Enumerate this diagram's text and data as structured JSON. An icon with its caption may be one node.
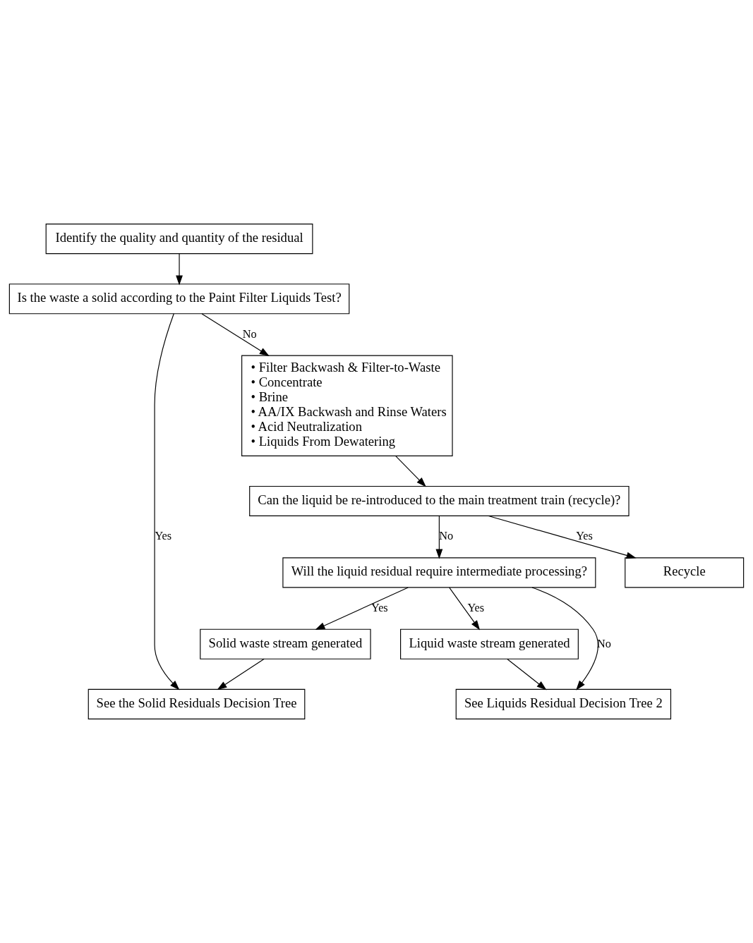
{
  "diagram": {
    "nodes": [
      {
        "text": [
          "Identify the quality and quantity of the residual"
        ]
      },
      {
        "text": [
          "Is the waste a solid according to the Paint Filter Liquids Test?"
        ]
      },
      {
        "text": [
          "See the Solid Residuals Decision Tree"
        ]
      },
      {
        "text": [
          "• Filter Backwash & Filter-to-Waste",
          "• Concentrate",
          "• Brine",
          "• AA/IX Backwash and Rinse Waters",
          "• Acid Neutralization",
          "• Liquids From Dewatering"
        ]
      },
      {
        "text": [
          "Can the liquid be re-introduced to the main treatment train (recycle)?"
        ]
      },
      {
        "text": [
          "Recycle"
        ]
      },
      {
        "text": [
          "Will the liquid residual require intermediate processing?"
        ]
      },
      {
        "text": [
          "See Liquids Residual Decision Tree 2"
        ]
      },
      {
        "text": [
          "Liquid waste stream generated"
        ]
      },
      {
        "text": [
          "Solid waste stream generated"
        ]
      }
    ],
    "edges": [
      {
        "from": 0,
        "to": 1,
        "arrow": "to"
      },
      {
        "from": 1,
        "to": 3,
        "arrow": "to",
        "label": "No"
      },
      {
        "from": 1,
        "to": 2,
        "arrow": "to",
        "label": "Yes"
      },
      {
        "from": 3,
        "to": 4,
        "arrow": "to"
      },
      {
        "from": 4,
        "to": 5,
        "arrow": "to",
        "label": "Yes"
      },
      {
        "from": 4,
        "to": 6,
        "arrow": "to",
        "label": "No"
      },
      {
        "from": 6,
        "to": 7,
        "arrow": "to",
        "label": "No"
      },
      {
        "from": 6,
        "to": 8,
        "arrow": "to",
        "label": "Yes"
      },
      {
        "from": 6,
        "to": 9,
        "arrow": "to",
        "label": "Yes"
      },
      {
        "from": 8,
        "to": 7,
        "arrow": "to"
      },
      {
        "from": 9,
        "to": 2,
        "arrow": "to"
      }
    ]
  }
}
